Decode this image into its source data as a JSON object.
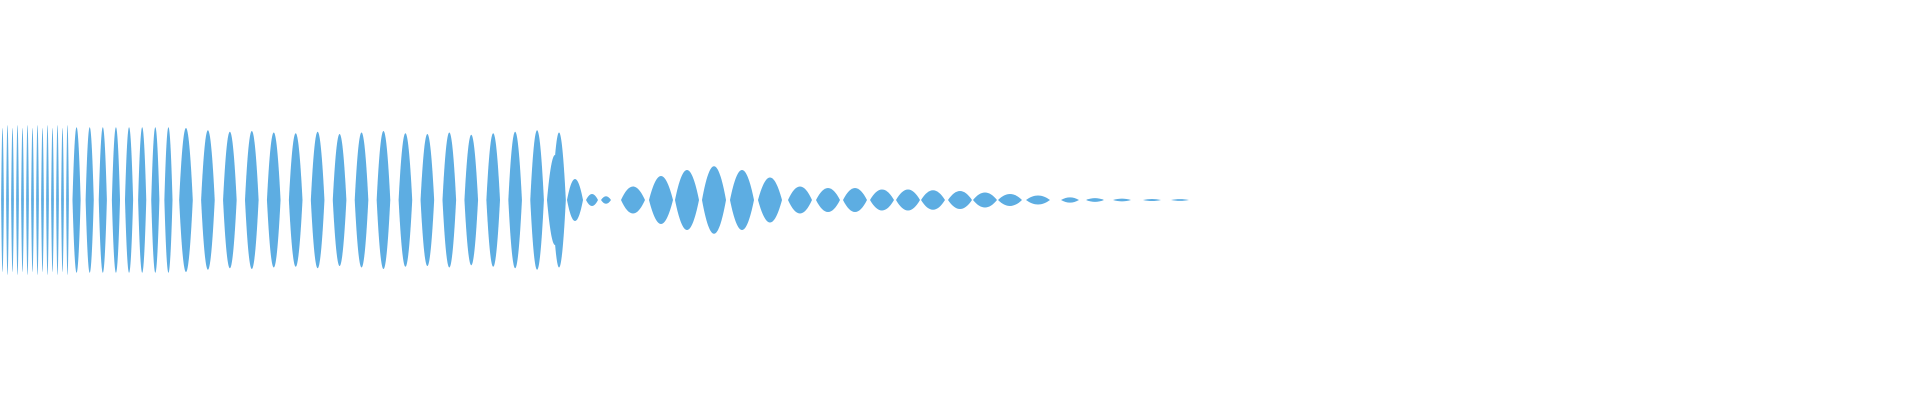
{
  "waveform": {
    "color": "#5DADE2",
    "background": "#FFFFFF",
    "description_note": "",
    "segments": [
      {
        "cycles": 10,
        "peak": 1.0,
        "freq_group": "dense"
      },
      {
        "cycles": 6,
        "peak": 0.98,
        "freq_group": "medium"
      },
      {
        "cycles": 13,
        "peak": 0.95,
        "freq_group": "steady"
      },
      {
        "cycles": 2,
        "peak": 0.55,
        "freq_group": "decay"
      },
      {
        "cycles": 6,
        "peak": 0.45,
        "freq_group": "swell"
      },
      {
        "cycles": 8,
        "peak": 0.18,
        "freq_group": "tail"
      },
      {
        "cycles": 5,
        "peak": 0.03,
        "freq_group": "fade"
      }
    ]
  }
}
